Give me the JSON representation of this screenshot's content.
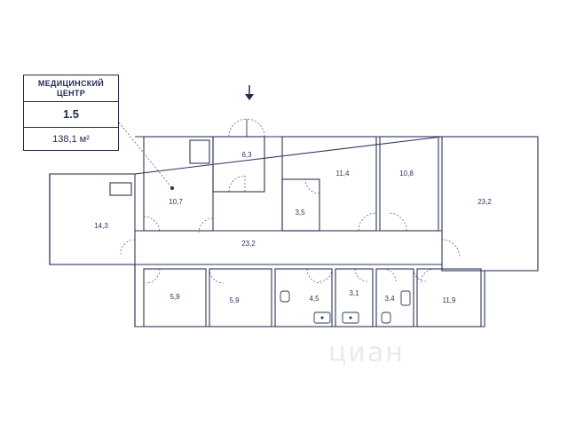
{
  "info": {
    "title_line1": "МЕДИЦИНСКИЙ",
    "title_line2": "ЦЕНТР",
    "code": "1.5",
    "area": "138,1 м²"
  },
  "rooms": [
    {
      "label": "10,7"
    },
    {
      "label": "6,3"
    },
    {
      "label": "11,4"
    },
    {
      "label": "10,8"
    },
    {
      "label": "23,2"
    },
    {
      "label": "14,3"
    },
    {
      "label": "3,5"
    },
    {
      "label": "23,2"
    },
    {
      "label": "5,9"
    },
    {
      "label": "5,9"
    },
    {
      "label": "4,5"
    },
    {
      "label": "3,1"
    },
    {
      "label": "3,4"
    },
    {
      "label": "11,9"
    }
  ],
  "watermark": "циан",
  "colors": {
    "line": "#2b3460",
    "brand": "#1e2a5a"
  }
}
